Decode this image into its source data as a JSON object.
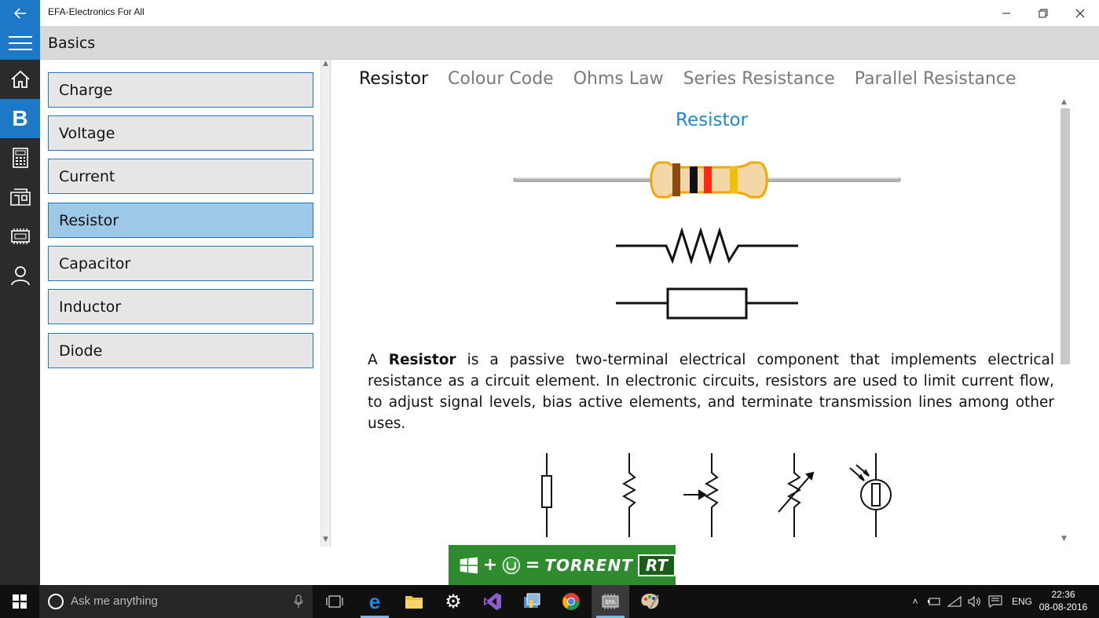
{
  "window": {
    "title": "EFA-Electronics For All"
  },
  "header": {
    "title": "Basics"
  },
  "rail": {
    "active_letter": "B"
  },
  "topics": [
    {
      "label": "Charge",
      "selected": false
    },
    {
      "label": "Voltage",
      "selected": false
    },
    {
      "label": "Current",
      "selected": false
    },
    {
      "label": "Resistor",
      "selected": true
    },
    {
      "label": "Capacitor",
      "selected": false
    },
    {
      "label": "Inductor",
      "selected": false
    },
    {
      "label": "Diode",
      "selected": false
    }
  ],
  "tabs": [
    {
      "label": "Resistor",
      "active": true
    },
    {
      "label": "Colour Code",
      "active": false
    },
    {
      "label": "Ohms Law",
      "active": false
    },
    {
      "label": "Series Resistance",
      "active": false
    },
    {
      "label": "Parallel Resistance",
      "active": false
    }
  ],
  "content": {
    "title": "Resistor",
    "para_lead": "A ",
    "para_bold": "Resistor",
    "para_rest": " is a passive two-terminal electrical component that implements electrical resistance as a circuit element. In electronic circuits, resistors are used to limit current flow, to adjust signal levels, bias active elements, and terminate transmission lines among other uses."
  },
  "banner": {
    "plus": "+",
    "equals": "=",
    "torrent": "TORRENT",
    "rt": "RT"
  },
  "taskbar": {
    "search_placeholder": "Ask me anything",
    "language": "ENG",
    "time": "22:36",
    "date": "08-08-2016"
  },
  "colors": {
    "accent": "#1e78c8",
    "selected_topic": "#9ec9e6",
    "title_blue": "#1e88c8",
    "banner_green": "#2e8b2e"
  }
}
